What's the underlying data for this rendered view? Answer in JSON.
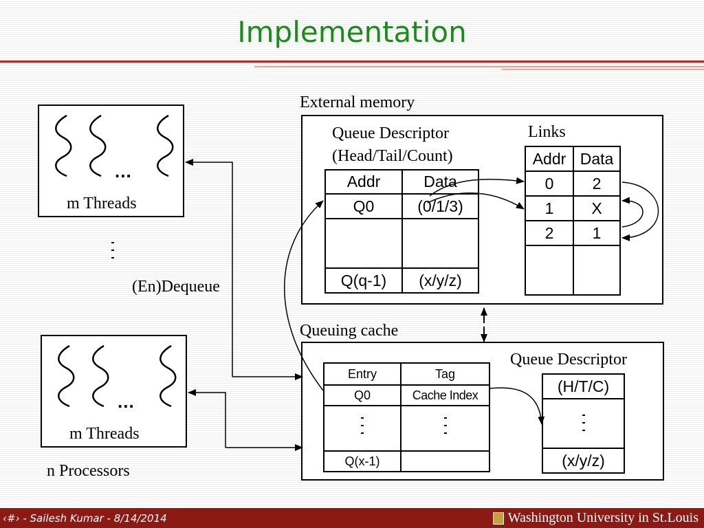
{
  "slide": {
    "title": "Implementation"
  },
  "threads": {
    "dots": "...",
    "label": "m Threads"
  },
  "left_labels": {
    "endequeue": "(En)Dequeue",
    "processors": "n Processors"
  },
  "external_memory": {
    "title": "External memory",
    "qd_title": "Queue Descriptor",
    "qd_subtitle": "(Head/Tail/Count)",
    "qd_table": {
      "headers": [
        "Addr",
        "Data"
      ],
      "rows": [
        [
          "Q0",
          "(0/1/3)"
        ],
        [
          "",
          ""
        ],
        [
          "Q(q-1)",
          "(x/y/z)"
        ]
      ]
    },
    "links_title": "Links",
    "links_table": {
      "headers": [
        "Addr",
        "Data"
      ],
      "rows": [
        [
          "0",
          "2"
        ],
        [
          "1",
          "X"
        ],
        [
          "2",
          "1"
        ],
        [
          "",
          ""
        ]
      ]
    }
  },
  "queuing_cache": {
    "title": "Queuing cache",
    "table": {
      "headers": [
        "Entry",
        "Tag"
      ],
      "rows": [
        [
          "Q0",
          "Cache Index"
        ],
        [
          "",
          ""
        ],
        [
          "Q(x-1)",
          ""
        ]
      ]
    },
    "qd_title": "Queue Descriptor",
    "qd_table": {
      "header": "(H/T/C)",
      "last": "(x/y/z)"
    }
  },
  "footer": {
    "text": "‹#› - Sailesh Kumar - 8/14/2014",
    "logo": "Washington University in St.Louis"
  },
  "colors": {
    "title": "#1e8a1e",
    "rule": "#b02a20",
    "footer_bg": "#8b1a14"
  }
}
